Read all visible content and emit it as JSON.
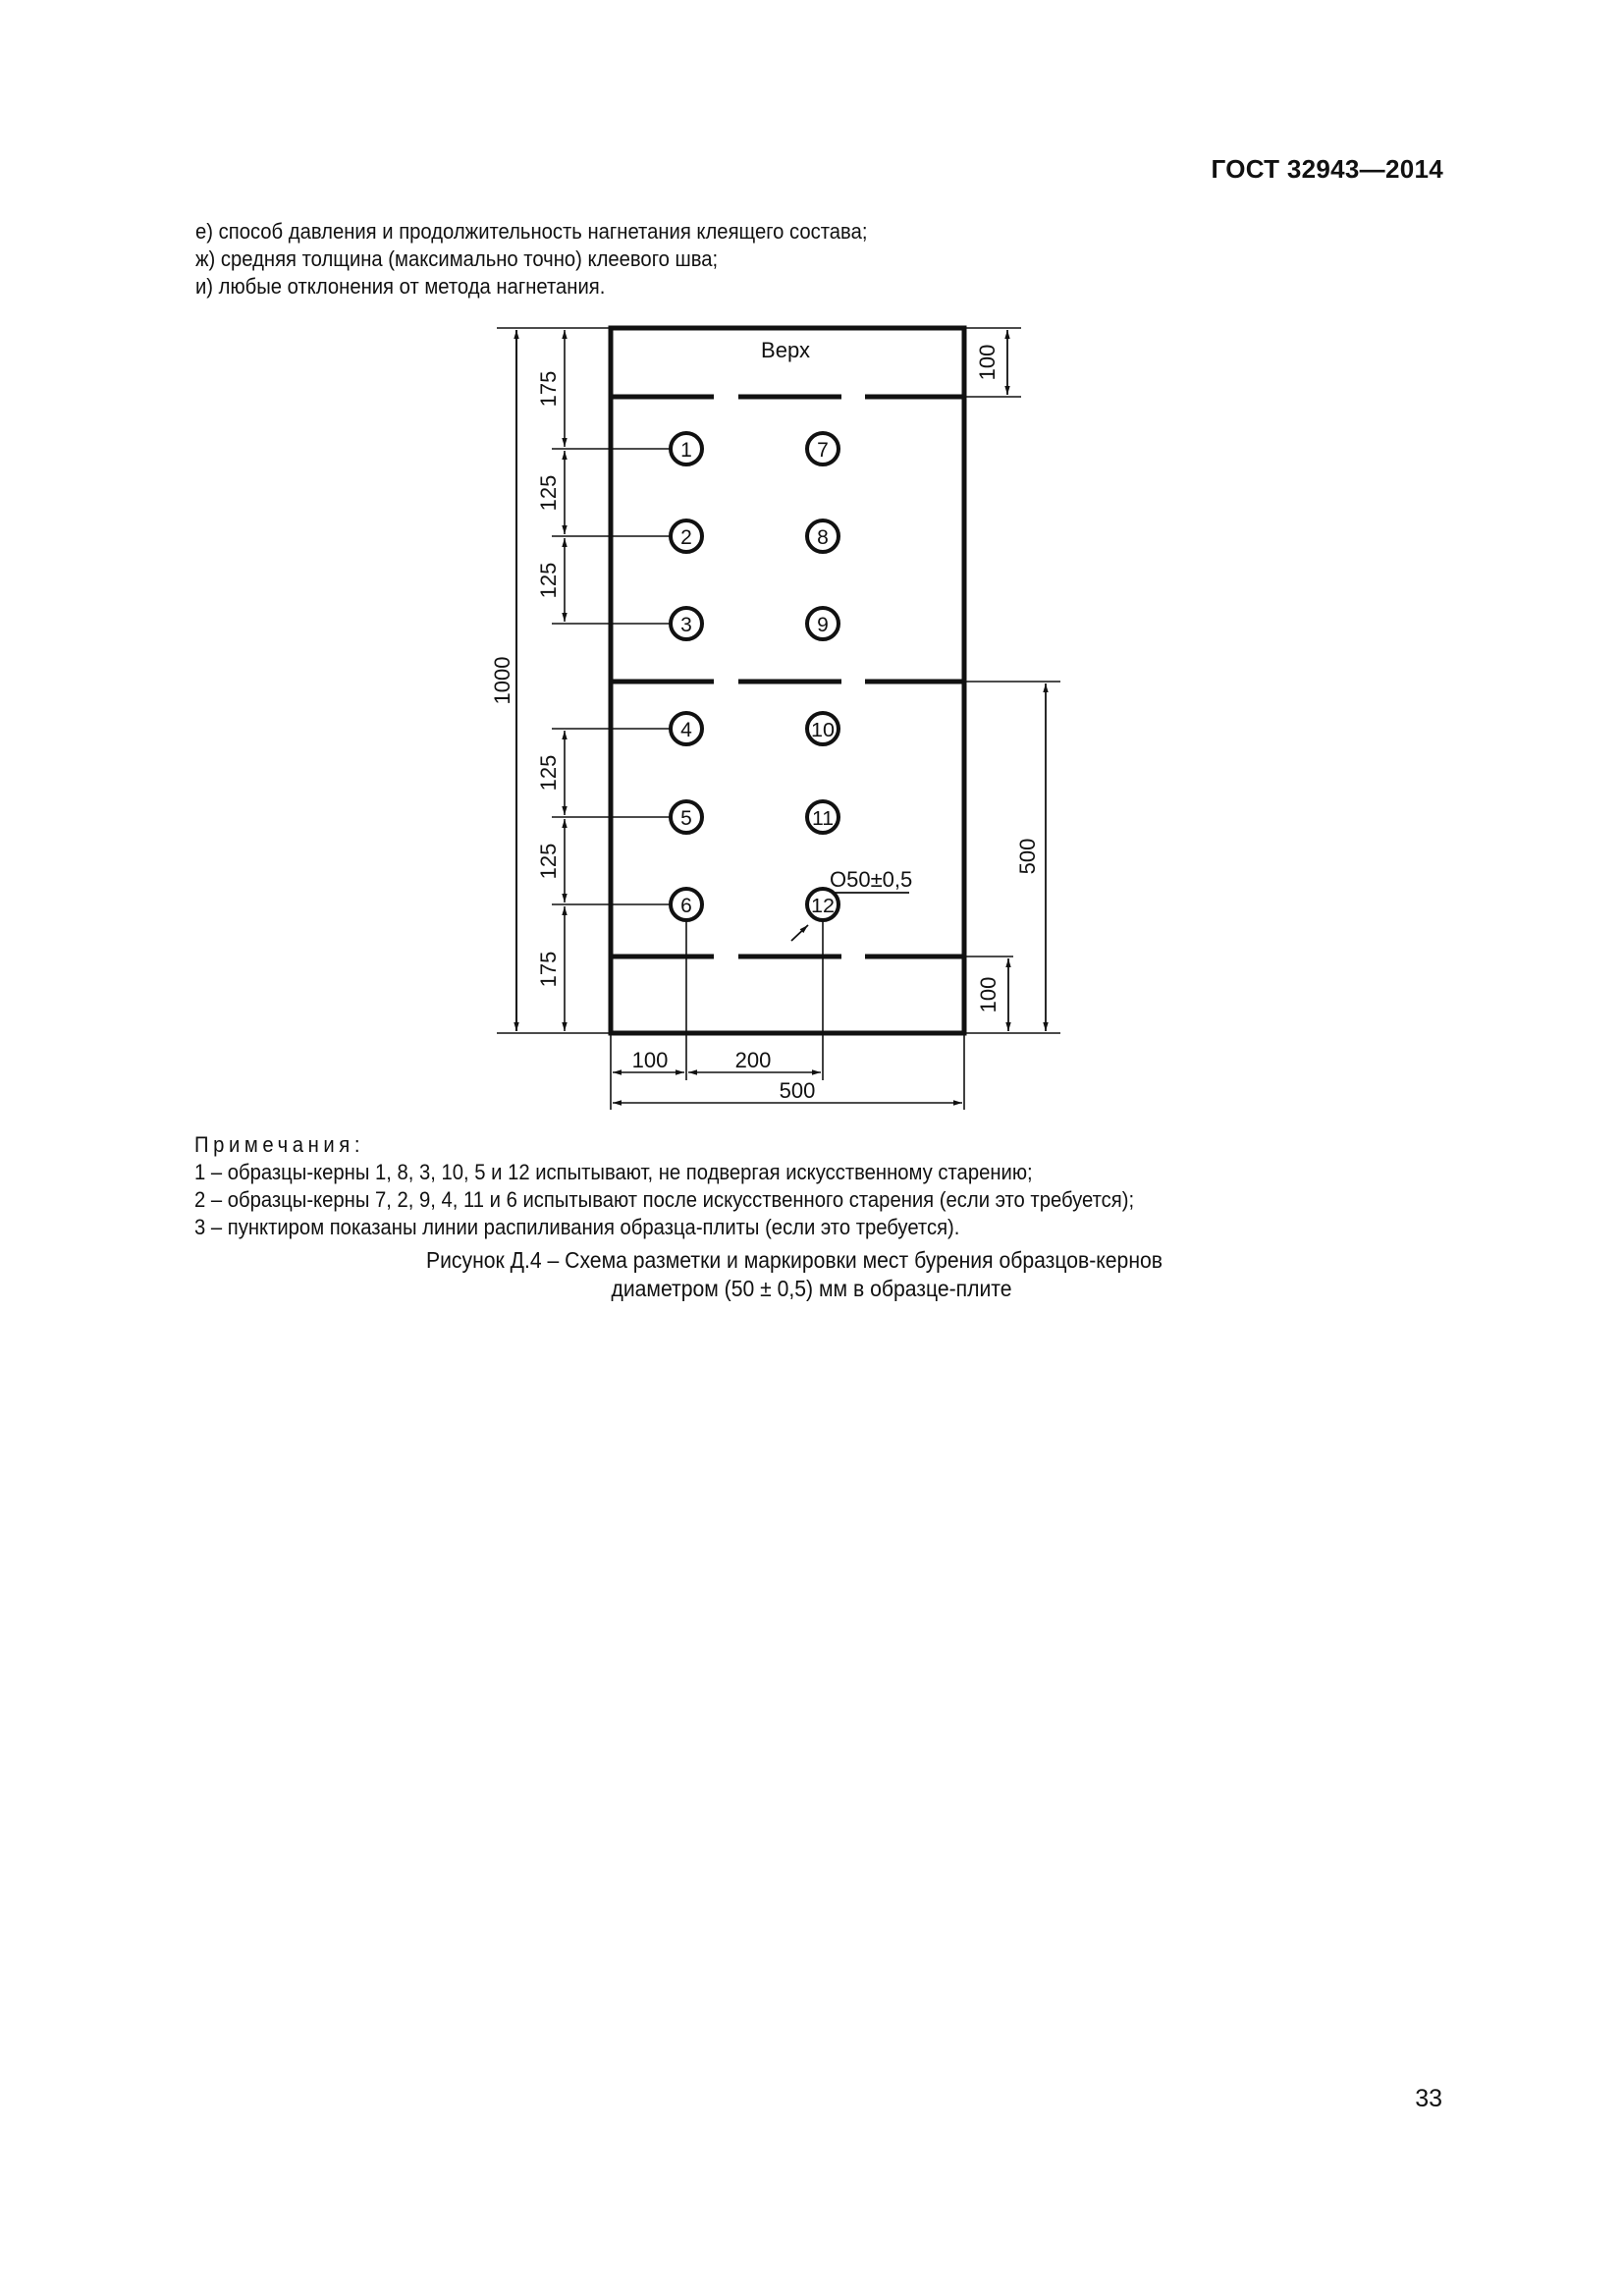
{
  "header": {
    "standard_code": "ГОСТ 32943—2014"
  },
  "intro": {
    "lines": [
      "е) способ давления и продолжительность нагнетания клеящего состава;",
      "ж) средняя толщина (максимально точно) клеевого шва;",
      "и) любые отклонения от метода нагнетания."
    ]
  },
  "figure": {
    "top_label": "Верх",
    "core_samples": [
      {
        "number": "1",
        "column": "left",
        "row": 1
      },
      {
        "number": "2",
        "column": "left",
        "row": 2
      },
      {
        "number": "3",
        "column": "left",
        "row": 3
      },
      {
        "number": "4",
        "column": "left",
        "row": 4
      },
      {
        "number": "5",
        "column": "left",
        "row": 5
      },
      {
        "number": "6",
        "column": "left",
        "row": 6
      },
      {
        "number": "7",
        "column": "right",
        "row": 1
      },
      {
        "number": "8",
        "column": "right",
        "row": 2
      },
      {
        "number": "9",
        "column": "right",
        "row": 3
      },
      {
        "number": "10",
        "column": "right",
        "row": 4
      },
      {
        "number": "11",
        "column": "right",
        "row": 5
      },
      {
        "number": "12",
        "column": "right",
        "row": 6
      }
    ],
    "dimensions": {
      "total_height": "1000",
      "left_top_offset": "175",
      "left_spacing_1": "125",
      "left_spacing_2": "125",
      "left_spacing_3": "125",
      "left_spacing_4": "125",
      "left_bottom_offset": "175",
      "right_top_strip": "100",
      "right_half_height": "500",
      "right_bottom_strip": "100",
      "bottom_left_offset": "100",
      "bottom_column_spacing": "200",
      "total_width": "500",
      "core_diameter": "O50±0,5"
    }
  },
  "notes": {
    "title": "Примечания:",
    "items": [
      "1 – образцы-керны 1, 8, 3, 10, 5 и 12  испытывают, не подвергая искусственному старению;",
      "2 – образцы-керны 7, 2, 9, 4, 11 и 6 испытывают после искусственного старения (если это требуется);",
      "3 – пунктиром показаны линии распиливания образца-плиты (если это требуется)."
    ]
  },
  "caption": {
    "line1": "Рисунок Д.4 – Схема разметки и маркировки мест бурения образцов-кернов",
    "line2": "диаметром (50 ± 0,5) мм в образце-плите"
  },
  "page": {
    "number": "33"
  }
}
